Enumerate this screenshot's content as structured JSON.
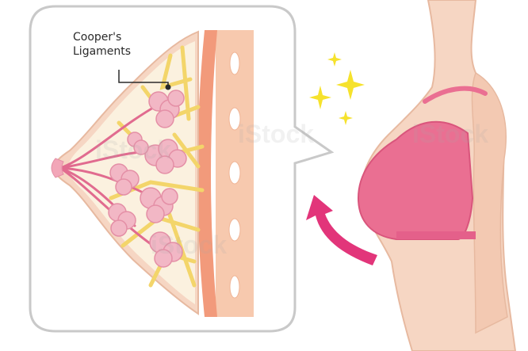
{
  "labels": {
    "line1": "Cooper's",
    "line2": "Ligaments"
  },
  "watermark": "iStock",
  "colors": {
    "bubble_border": "#c9c9c9",
    "skin": "#f6d6c3",
    "skin_outline": "#e7b9a0",
    "fat": "#fbf1df",
    "ligament": "#f3d56a",
    "gland": "#f2b7c5",
    "gland_outline": "#e48fa6",
    "duct": "#e16b8f",
    "muscle": "#f29a7b",
    "chest_wall": "#f7c9ae",
    "bra": "#ea6f92",
    "arrow": "#e2357a",
    "sparkle": "#f6e22c"
  }
}
